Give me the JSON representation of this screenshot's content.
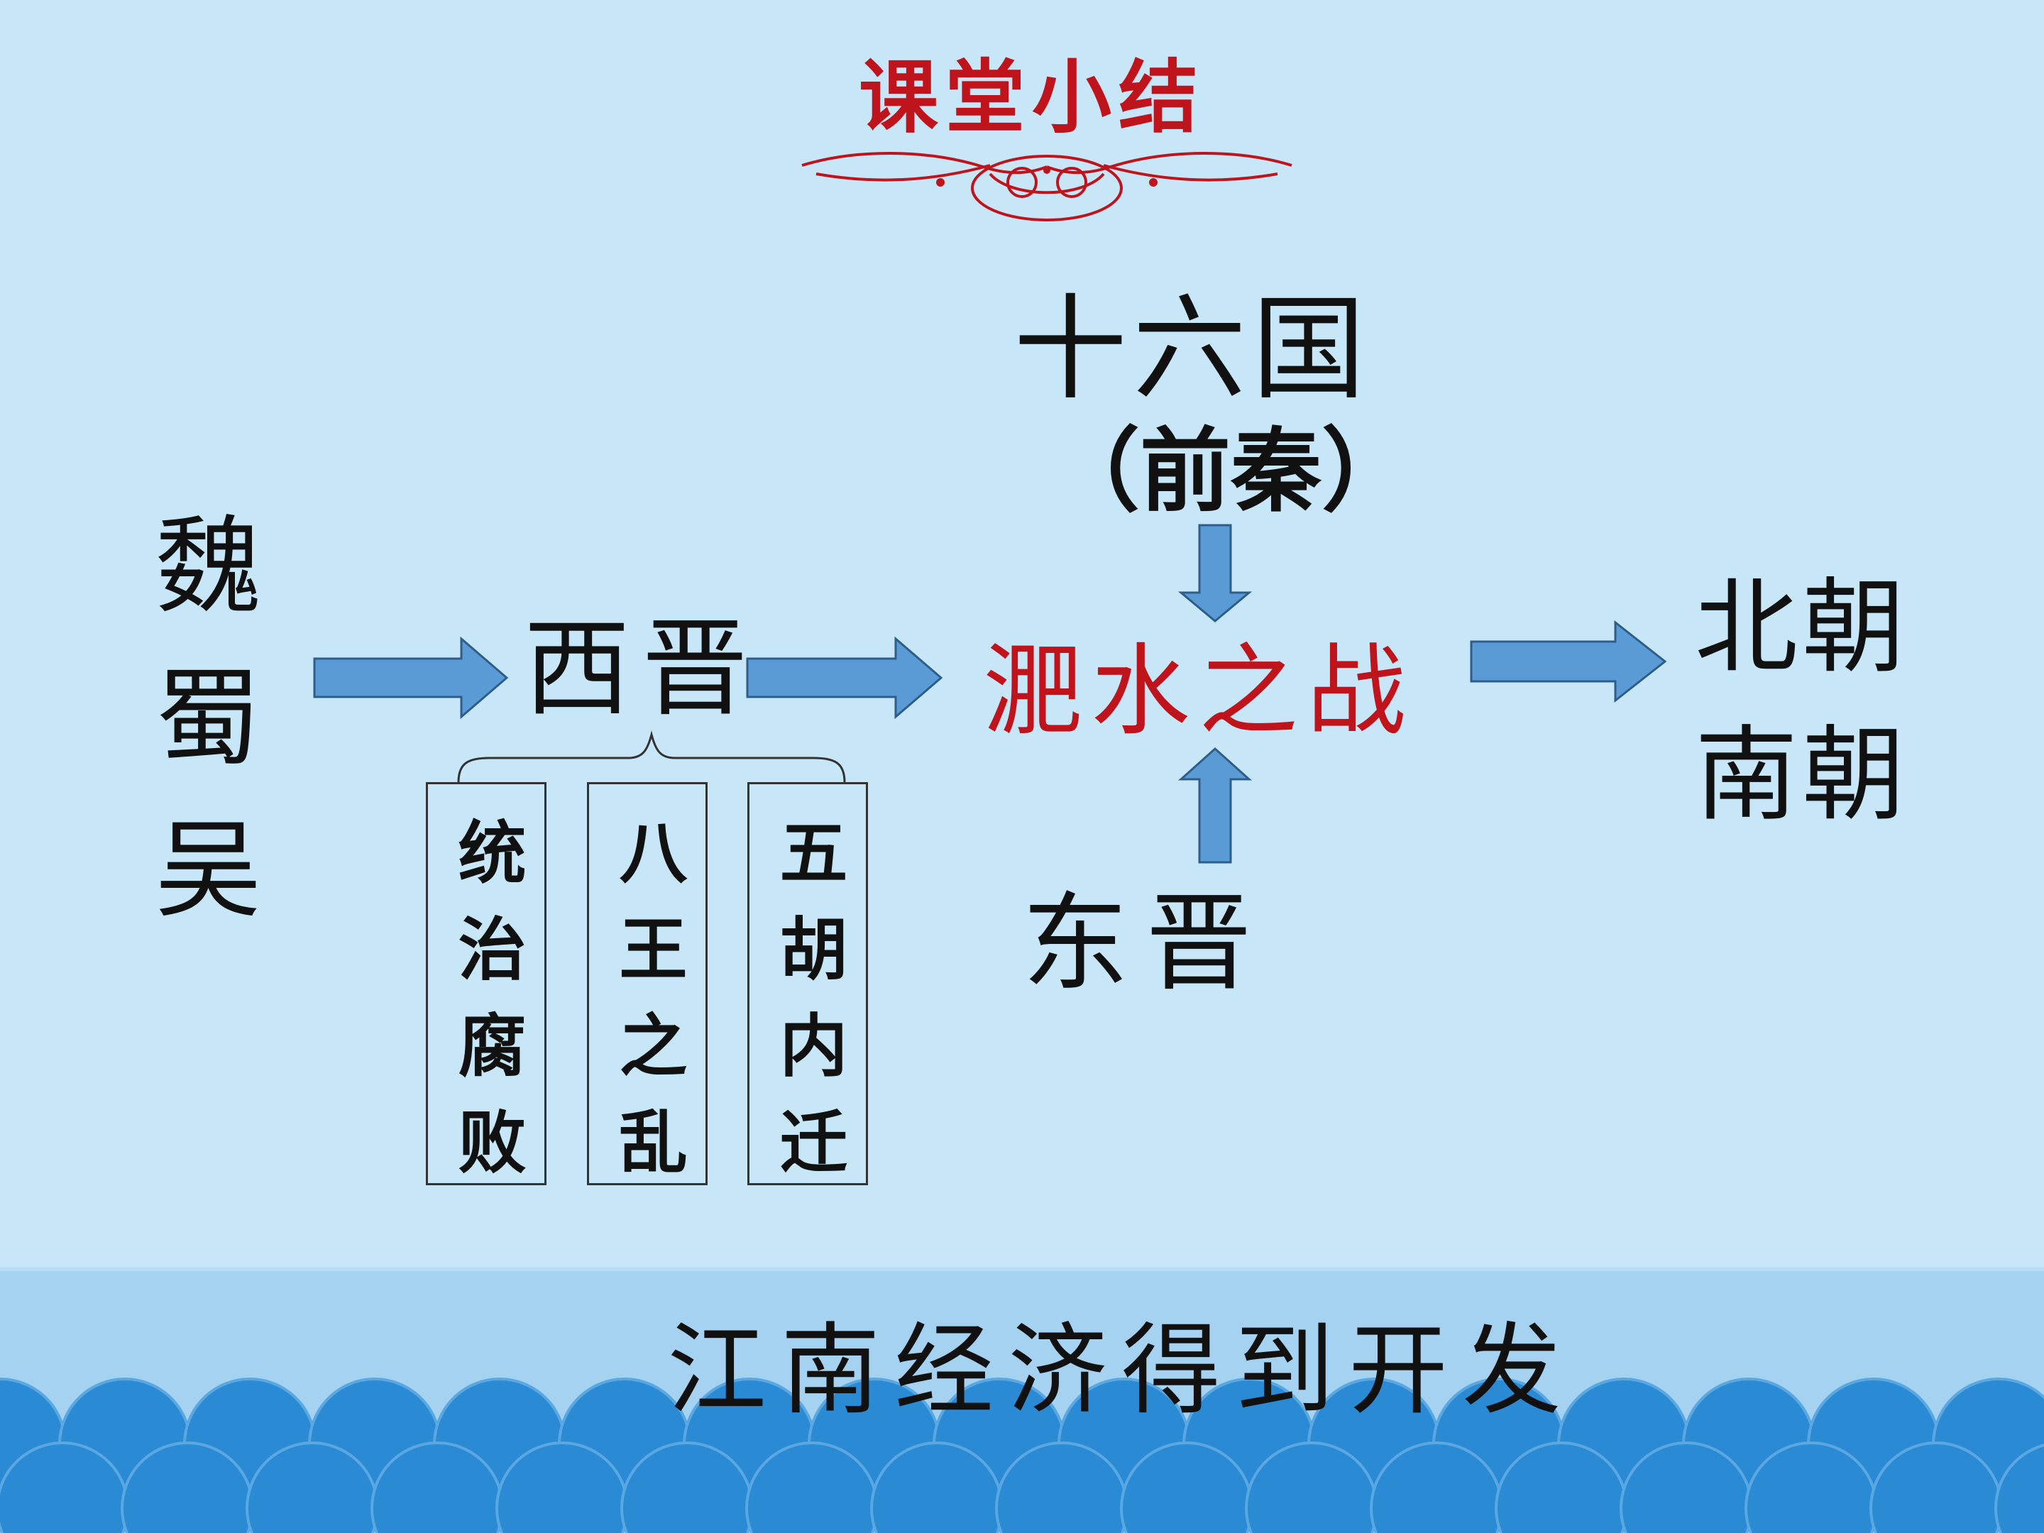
{
  "title": "课堂小结",
  "states": "魏蜀吴",
  "western_jin": "西晋",
  "causes": [
    "统治腐败",
    "八王之乱",
    "五胡内迁"
  ],
  "sixteen_kingdoms": "十六国",
  "former_qin": "（前秦）",
  "battle": "淝水之战",
  "eastern_jin": "东晋",
  "northern_dynasties": "北朝",
  "southern_dynasties": "南朝",
  "conclusion": "江南经济得到开发",
  "colors": {
    "background": "#c7e7f9",
    "band": "#a6d2f1",
    "wave": "#2a8ad4",
    "arrow": "#5b9bd5",
    "arrow_outline": "#2f5d8a",
    "accent_red": "#c0141c",
    "text": "#111111"
  }
}
